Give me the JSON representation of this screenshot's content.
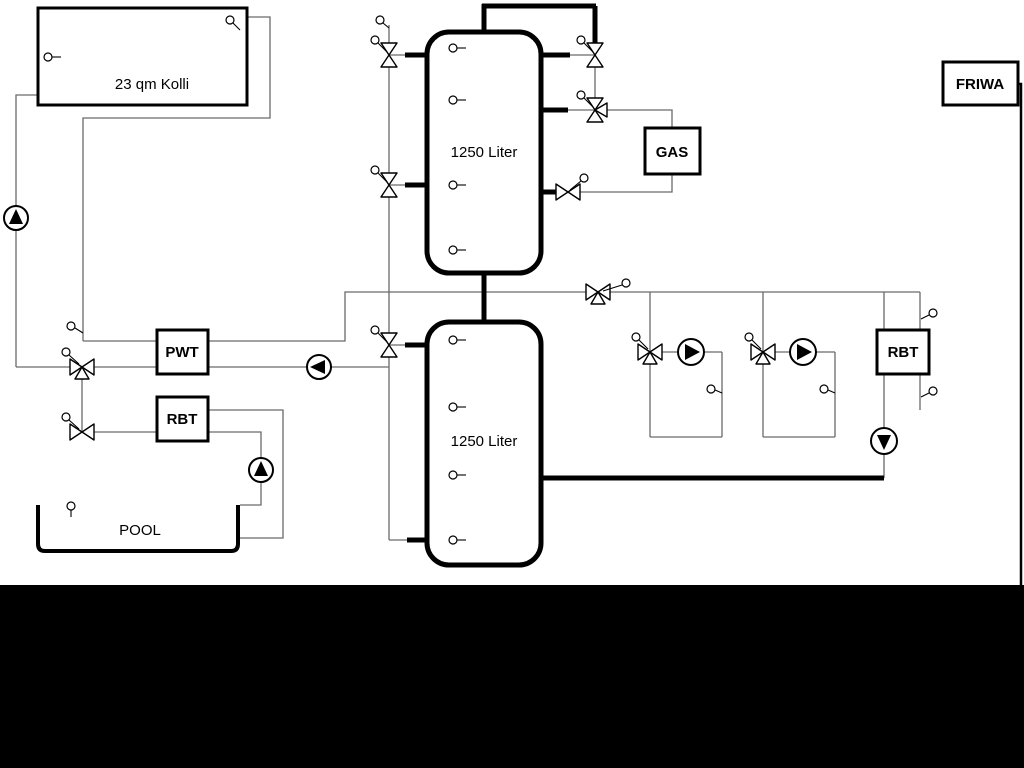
{
  "diagram": {
    "labels": {
      "collector": "23 qm Kolli",
      "buffer_tank_top": "1250 Liter",
      "buffer_tank_bottom": "1250 Liter",
      "gas_boiler": "GAS",
      "friwa": "FRIWA",
      "pwt": "PWT",
      "rbt_left": "RBT",
      "rbt_right": "RBT",
      "pool": "POOL"
    },
    "colors": {
      "background": "#ffffff",
      "pipe_thin": "#6a6a6a",
      "pipe_thick": "#000000",
      "bottom_bar": "#000000"
    }
  }
}
